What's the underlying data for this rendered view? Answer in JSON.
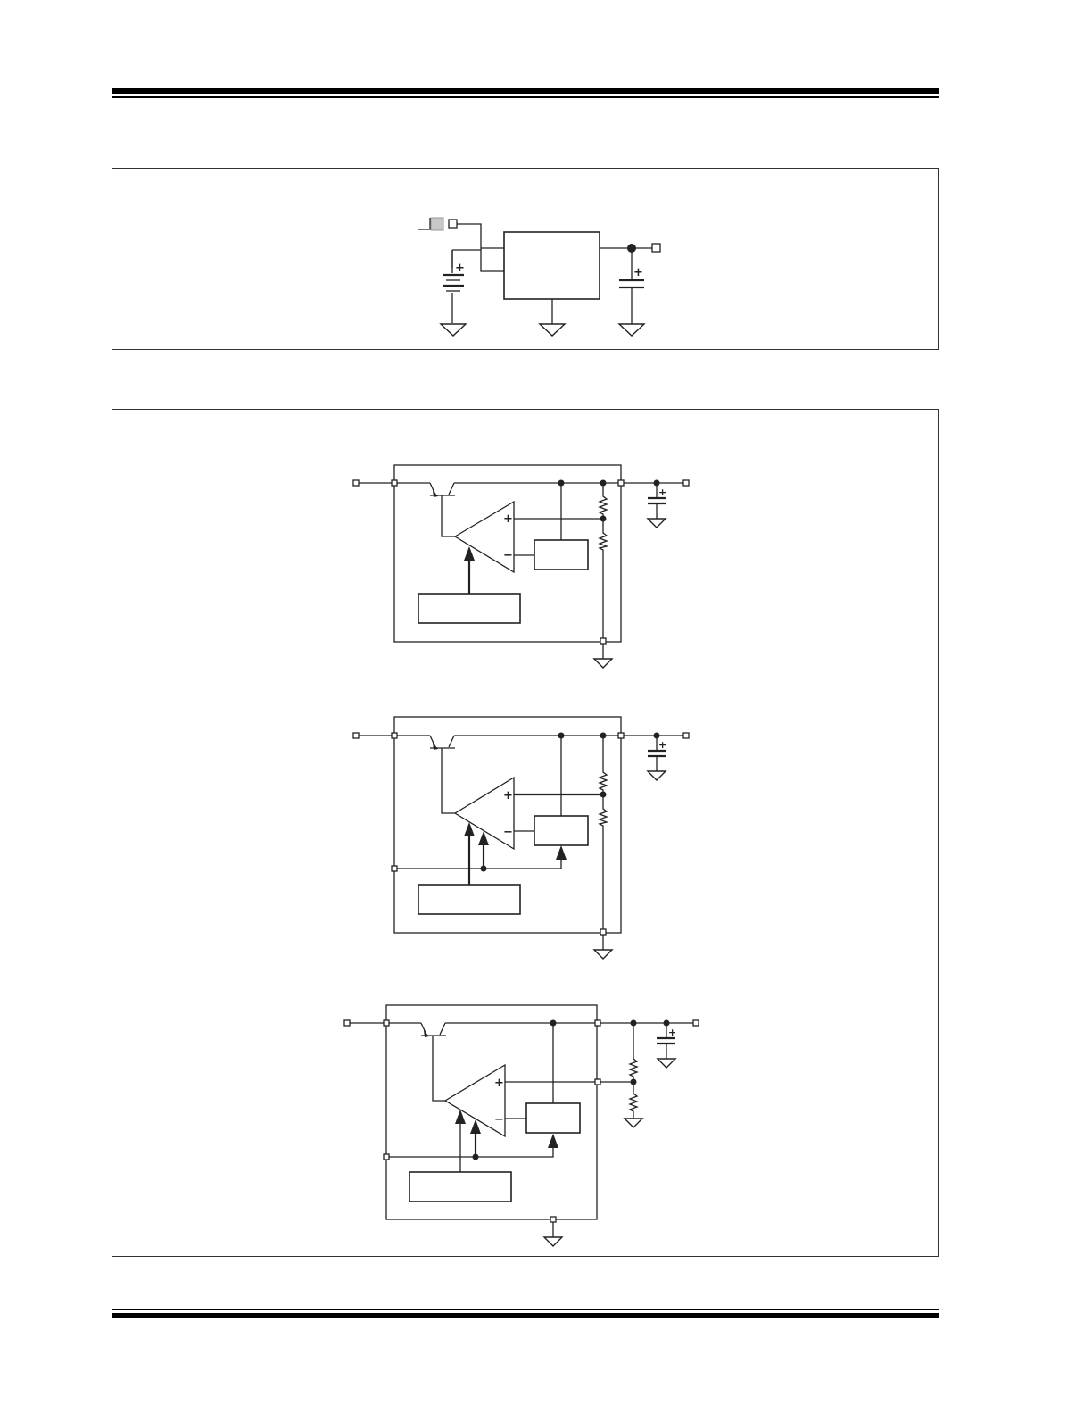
{
  "header": {
    "rule_color": "#000000"
  },
  "footer": {
    "rule_color": "#000000"
  },
  "figure_top": {
    "description_items": [
      "switch",
      "battery",
      "regulator-block",
      "output-capacitor",
      "ground-symbols",
      "output-pin"
    ]
  },
  "figure_bottom": {
    "circuits": [
      {
        "id": "fixed-output"
      },
      {
        "id": "fixed-output-with-shutdown"
      },
      {
        "id": "adjustable-output"
      }
    ]
  },
  "symbols": {
    "plus": "+",
    "minus": "−"
  }
}
